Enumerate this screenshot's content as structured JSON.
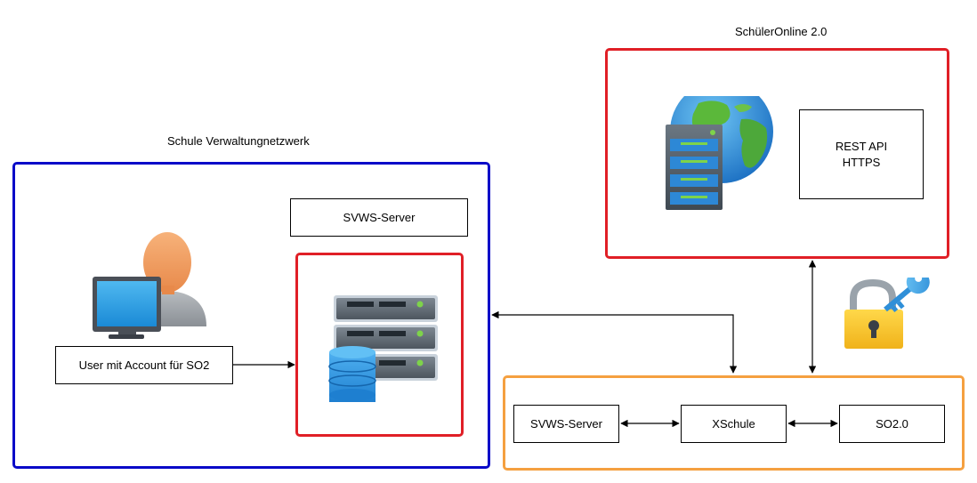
{
  "school_network": {
    "title": "Schule Verwaltungnetzwerk",
    "border_color": "#0a0ac8"
  },
  "schueler_online": {
    "title": "SchülerOnline 2.0",
    "border_color": "#e01f26"
  },
  "school_server": {
    "label": "SVWS-Server",
    "border_color": "#e01f26"
  },
  "user_box": {
    "label": "User mit Account für SO2"
  },
  "rest_api": {
    "line1": "REST API",
    "line2": "HTTPS"
  },
  "exchange_group": {
    "border_color": "#f5a040",
    "nodes": [
      {
        "label": "SVWS-Server"
      },
      {
        "label": "XSchule"
      },
      {
        "label": "SO2.0"
      }
    ]
  },
  "icons": [
    "user-computer-icon",
    "server-rack-database-icon",
    "web-server-globe-icon",
    "padlock-key-icon"
  ]
}
